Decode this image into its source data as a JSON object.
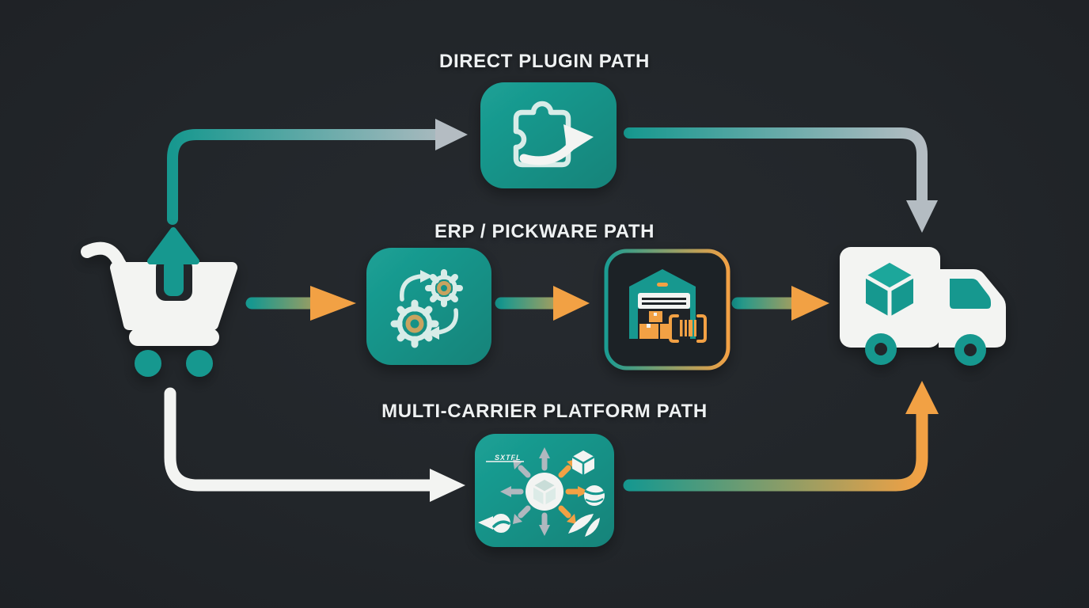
{
  "diagram": {
    "paths": [
      {
        "id": "direct-plugin",
        "title": "DIRECT PLUGIN PATH"
      },
      {
        "id": "erp-pickware",
        "title": "ERP / PICKWARE PATH"
      },
      {
        "id": "multi-carrier",
        "title": "MULTI-CARRIER PLATFORM PATH"
      }
    ],
    "nodes": [
      {
        "icon": "shopping-cart-icon",
        "meaning": "order source (online shop cart with upload arrow)"
      },
      {
        "icon": "plugin-icon",
        "meaning": "direct shop plugin (puzzle piece with export arrow)"
      },
      {
        "icon": "erp-sync-gears-icon",
        "meaning": "ERP system (two gears with sync arrows)"
      },
      {
        "icon": "warehouse-scan-icon",
        "meaning": "Pickware warehouse with parcels and barcode"
      },
      {
        "icon": "multi-carrier-hub-icon",
        "meaning": "multi-carrier platform hub (package fanning out to carrier logos)"
      },
      {
        "icon": "delivery-truck-icon",
        "meaning": "shipping / delivery truck with parcel"
      }
    ],
    "carrier_hub": {
      "logo_text": "SXTFL"
    },
    "colors": {
      "background": "#22262a",
      "teal": "#17988f",
      "orange": "#f2a144",
      "gray_arrow": "#b4bcc2",
      "white": "#f3f4f2",
      "gold": "#c8a360"
    }
  }
}
